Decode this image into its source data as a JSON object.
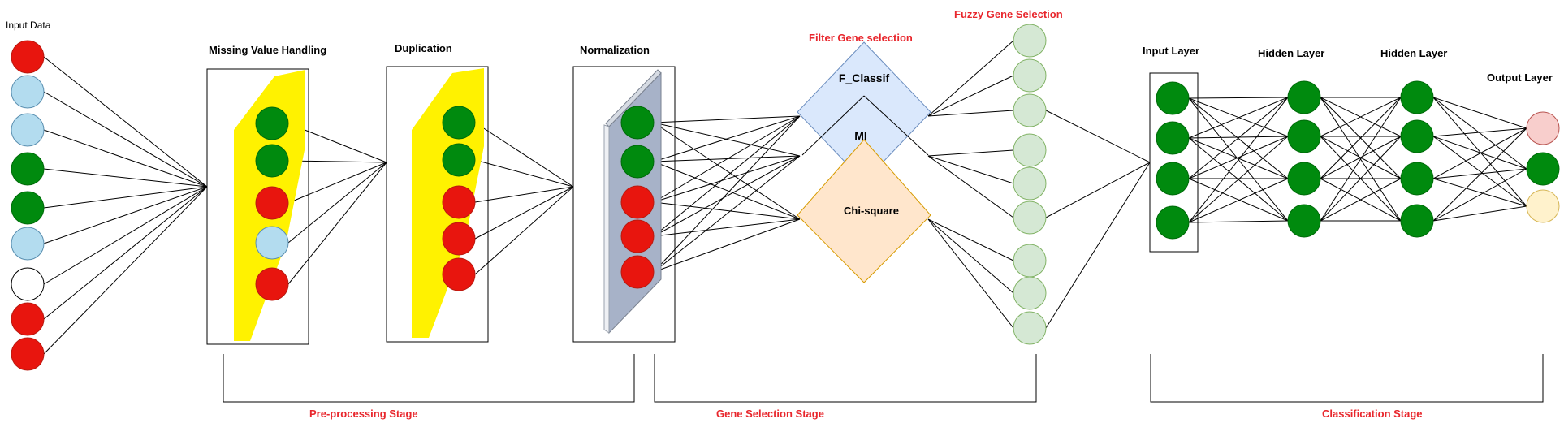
{
  "labels": {
    "input_data": "Input Data",
    "missing_value": "Missing Value Handling",
    "duplication": "Duplication",
    "normalization": "Normalization",
    "filter_gene": "Filter Gene selection",
    "fuzzy_gene": "Fuzzy Gene Selection",
    "f_classif": "F_Classif",
    "mi": "MI",
    "chi_square": "Chi-square",
    "input_layer": "Input Layer",
    "hidden_layer_1": "Hidden Layer",
    "hidden_layer_2": "Hidden Layer",
    "output_layer": "Output Layer",
    "stage_preprocessing": "Pre-processing Stage",
    "stage_gene_selection": "Gene Selection Stage",
    "stage_classification": "Classification Stage"
  },
  "colors": {
    "red": "#e8150e",
    "green": "#008a0e",
    "light_blue": "#b3dcef",
    "white": "#ffffff",
    "yellow": "#fff200",
    "pale_green": "#d5e8d4",
    "pale_red": "#f8cecc",
    "pale_yellow": "#fff2cc",
    "f_classif_fill": "#dae8fc",
    "chi_square_fill": "#ffe6cc",
    "stage_label": "#e8262c"
  },
  "node_sets": {
    "input_data": [
      "red",
      "light_blue",
      "light_blue",
      "green",
      "green",
      "light_blue",
      "white",
      "red",
      "red"
    ],
    "missing_value": [
      "green",
      "green",
      "red",
      "light_blue",
      "red"
    ],
    "duplication": [
      "green",
      "green",
      "red",
      "red",
      "red"
    ],
    "normalization": [
      "green",
      "green",
      "red",
      "red",
      "red"
    ],
    "fuzzy": [
      "pale_green",
      "pale_green",
      "pale_green",
      "pale_green",
      "pale_green",
      "pale_green",
      "pale_green",
      "pale_green",
      "pale_green"
    ],
    "input_layer": [
      "green",
      "green",
      "green",
      "green"
    ],
    "hidden_layer_1": [
      "green",
      "green",
      "green",
      "green"
    ],
    "hidden_layer_2": [
      "green",
      "green",
      "green",
      "green"
    ],
    "output_layer": [
      "pale_red",
      "green",
      "pale_yellow"
    ]
  }
}
